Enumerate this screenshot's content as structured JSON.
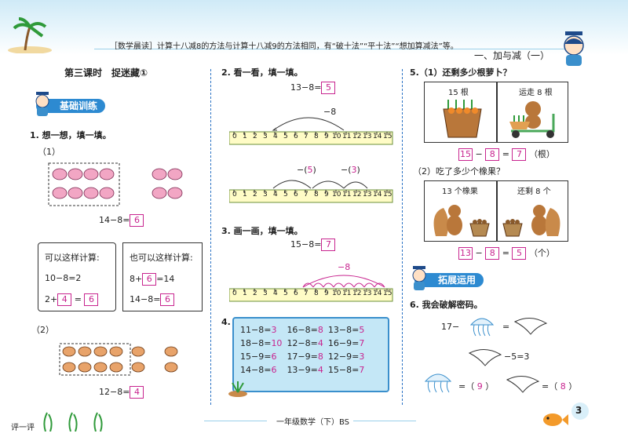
{
  "header": {
    "tip": "［数学晨读］计算十八减8的方法与计算十八减9的方法相同，有“破十法”“平十法”“想加算减法”等。",
    "unit_title": "一、加与减（一）"
  },
  "lesson_title": "第三课时　捉迷藏①",
  "sections": {
    "basic": "基础训练",
    "extend": "拓展运用"
  },
  "q1": {
    "label": "1. 想一想，填一填。",
    "part1": "（1）",
    "eq1": "14−8=",
    "ans1": "6",
    "box_left": {
      "title": "可以这样计算:",
      "l1": "10−8=2",
      "l2a": "2+",
      "l2ans": "4",
      "l2b": "=",
      "l2res": "6"
    },
    "box_right": {
      "title": "也可以这样计算:",
      "l1a": "8+",
      "l1ans": "6",
      "l1b": "=14",
      "l2a": "14−8=",
      "l2ans": "6"
    },
    "part2": "（2）",
    "eq2": "12−8=",
    "ans2": "4"
  },
  "q2": {
    "label": "2. 看一看，填一填。",
    "eq": "13−8=",
    "ans": "5",
    "arc1_label": "−8",
    "arc2_label_a": "−(",
    "arc2_val": "5",
    "arc2_label_b": ")",
    "arc3_label_a": "−(",
    "arc3_val": "3",
    "arc3_label_b": ")"
  },
  "q3": {
    "label": "3. 画一画，填一填。",
    "eq": "15−8=",
    "ans": "7",
    "arc_label": "−8"
  },
  "number_line": [
    "0",
    "1",
    "2",
    "3",
    "4",
    "5",
    "6",
    "7",
    "8",
    "9",
    "10",
    "11",
    "12",
    "13",
    "14",
    "15"
  ],
  "q4": {
    "label": "4.",
    "rows": [
      [
        {
          "e": "11−8=",
          "a": "3"
        },
        {
          "e": "16−8=",
          "a": "8"
        },
        {
          "e": "13−8=",
          "a": "5"
        }
      ],
      [
        {
          "e": "18−8=",
          "a": "10"
        },
        {
          "e": "12−8=",
          "a": "4"
        },
        {
          "e": "16−9=",
          "a": "7"
        }
      ],
      [
        {
          "e": "15−9=",
          "a": "6"
        },
        {
          "e": "17−9=",
          "a": "8"
        },
        {
          "e": "12−9=",
          "a": "3"
        }
      ],
      [
        {
          "e": "14−8=",
          "a": "6"
        },
        {
          "e": "13−9=",
          "a": "4"
        },
        {
          "e": "15−8=",
          "a": "7"
        }
      ]
    ]
  },
  "q5": {
    "label": "5.（1）还剩多少根萝卜？",
    "p1_left": "15 根",
    "p1_right": "运走 8 根",
    "p1_eq": [
      "15",
      "−",
      "8",
      "=",
      "7",
      "（根）"
    ],
    "label2": "（2）吃了多少个橡果？",
    "p2_left": "13 个橡果",
    "p2_right": "还剩 8 个",
    "p2_eq": [
      "13",
      "−",
      "8",
      "=",
      "5",
      "（个）"
    ]
  },
  "q6": {
    "label": "6. 我会破解密码。",
    "line1": "17−",
    "eq_sign": "=",
    "line2": "−5=3",
    "ans_a_pre": "=（",
    "ans_a": "9",
    "ans_a_post": "）",
    "ans_b_pre": "=（",
    "ans_b": "8",
    "ans_b_post": "）"
  },
  "footer": {
    "left": "评一评",
    "center": "一年级数学（下）BS",
    "page": "3"
  },
  "colors": {
    "accent": "#2d8ad1",
    "answer": "#c8248f",
    "number_line": "#fffcc6"
  }
}
